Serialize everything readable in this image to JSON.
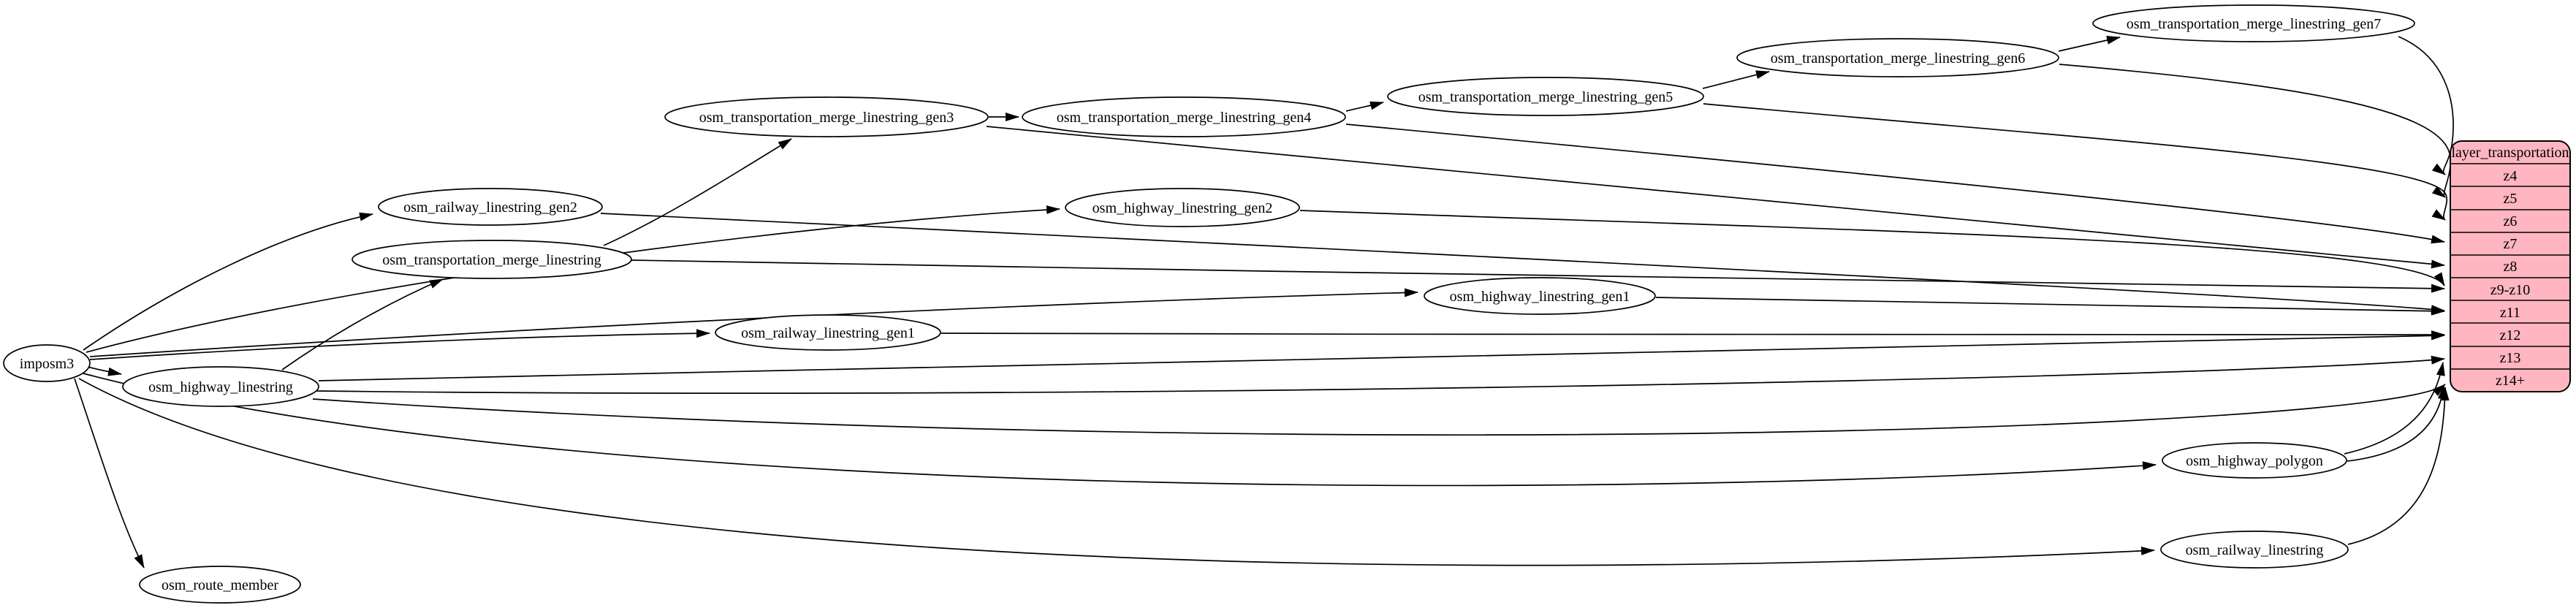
{
  "diagram_type": "graphviz-etl-diagram",
  "colors": {
    "background": "#ffffff",
    "node_fill": "#ffffff",
    "record_fill": "#ffb6c1",
    "stroke": "#000000"
  },
  "nodes": {
    "imposm3": {
      "label": "imposm3"
    },
    "osm_highway_linestring": {
      "label": "osm_highway_linestring"
    },
    "osm_route_member": {
      "label": "osm_route_member"
    },
    "osm_railway_linestring_gen2": {
      "label": "osm_railway_linestring_gen2"
    },
    "osm_transportation_merge_linestring": {
      "label": "osm_transportation_merge_linestring"
    },
    "osm_railway_linestring_gen1": {
      "label": "osm_railway_linestring_gen1"
    },
    "osm_transportation_merge_linestring_gen3": {
      "label": "osm_transportation_merge_linestring_gen3"
    },
    "osm_transportation_merge_linestring_gen4": {
      "label": "osm_transportation_merge_linestring_gen4"
    },
    "osm_highway_linestring_gen2": {
      "label": "osm_highway_linestring_gen2"
    },
    "osm_transportation_merge_linestring_gen5": {
      "label": "osm_transportation_merge_linestring_gen5"
    },
    "osm_highway_linestring_gen1": {
      "label": "osm_highway_linestring_gen1"
    },
    "osm_transportation_merge_linestring_gen6": {
      "label": "osm_transportation_merge_linestring_gen6"
    },
    "osm_transportation_merge_linestring_gen7": {
      "label": "osm_transportation_merge_linestring_gen7"
    },
    "osm_highway_polygon": {
      "label": "osm_highway_polygon"
    },
    "osm_railway_linestring": {
      "label": "osm_railway_linestring"
    }
  },
  "record": {
    "title": "layer_transportation",
    "rows": [
      "z4",
      "z5",
      "z6",
      "z7",
      "z8",
      "z9-z10",
      "z11",
      "z12",
      "z13",
      "z14+"
    ]
  },
  "edges": [
    {
      "from": "imposm3",
      "to": "osm_highway_linestring"
    },
    {
      "from": "imposm3",
      "to": "osm_route_member"
    },
    {
      "from": "imposm3",
      "to": "osm_railway_linestring_gen2"
    },
    {
      "from": "imposm3",
      "to": "osm_railway_linestring_gen1"
    },
    {
      "from": "imposm3",
      "to": "osm_highway_linestring_gen1"
    },
    {
      "from": "imposm3",
      "to": "osm_highway_linestring_gen2"
    },
    {
      "from": "imposm3",
      "to": "osm_highway_polygon"
    },
    {
      "from": "imposm3",
      "to": "osm_railway_linestring"
    },
    {
      "from": "osm_highway_linestring",
      "to": "osm_transportation_merge_linestring"
    },
    {
      "from": "osm_transportation_merge_linestring",
      "to": "osm_transportation_merge_linestring_gen3"
    },
    {
      "from": "osm_transportation_merge_linestring_gen3",
      "to": "osm_transportation_merge_linestring_gen4"
    },
    {
      "from": "osm_transportation_merge_linestring_gen4",
      "to": "osm_transportation_merge_linestring_gen5"
    },
    {
      "from": "osm_transportation_merge_linestring_gen5",
      "to": "osm_transportation_merge_linestring_gen6"
    },
    {
      "from": "osm_transportation_merge_linestring_gen6",
      "to": "osm_transportation_merge_linestring_gen7"
    },
    {
      "from": "osm_transportation_merge_linestring_gen7",
      "to": "layer_transportation",
      "to_row": "z4"
    },
    {
      "from": "osm_transportation_merge_linestring_gen6",
      "to": "layer_transportation",
      "to_row": "z5"
    },
    {
      "from": "osm_transportation_merge_linestring_gen5",
      "to": "layer_transportation",
      "to_row": "z6"
    },
    {
      "from": "osm_transportation_merge_linestring_gen4",
      "to": "layer_transportation",
      "to_row": "z7"
    },
    {
      "from": "osm_transportation_merge_linestring_gen3",
      "to": "layer_transportation",
      "to_row": "z8"
    },
    {
      "from": "osm_transportation_merge_linestring",
      "to": "layer_transportation",
      "to_row": "z9-z10"
    },
    {
      "from": "osm_highway_linestring_gen2",
      "to": "layer_transportation",
      "to_row": "z9-z10"
    },
    {
      "from": "osm_railway_linestring_gen2",
      "to": "layer_transportation",
      "to_row": "z11"
    },
    {
      "from": "osm_highway_linestring_gen1",
      "to": "layer_transportation",
      "to_row": "z11"
    },
    {
      "from": "osm_railway_linestring_gen1",
      "to": "layer_transportation",
      "to_row": "z12"
    },
    {
      "from": "osm_highway_linestring",
      "to": "layer_transportation",
      "to_row": "z12"
    },
    {
      "from": "osm_highway_linestring",
      "to": "layer_transportation",
      "to_row": "z13"
    },
    {
      "from": "osm_highway_linestring",
      "to": "layer_transportation",
      "to_row": "z14+"
    },
    {
      "from": "osm_highway_polygon",
      "to": "layer_transportation",
      "to_row": "z13"
    },
    {
      "from": "osm_highway_polygon",
      "to": "layer_transportation",
      "to_row": "z14+"
    },
    {
      "from": "osm_railway_linestring",
      "to": "layer_transportation",
      "to_row": "z14+"
    }
  ]
}
